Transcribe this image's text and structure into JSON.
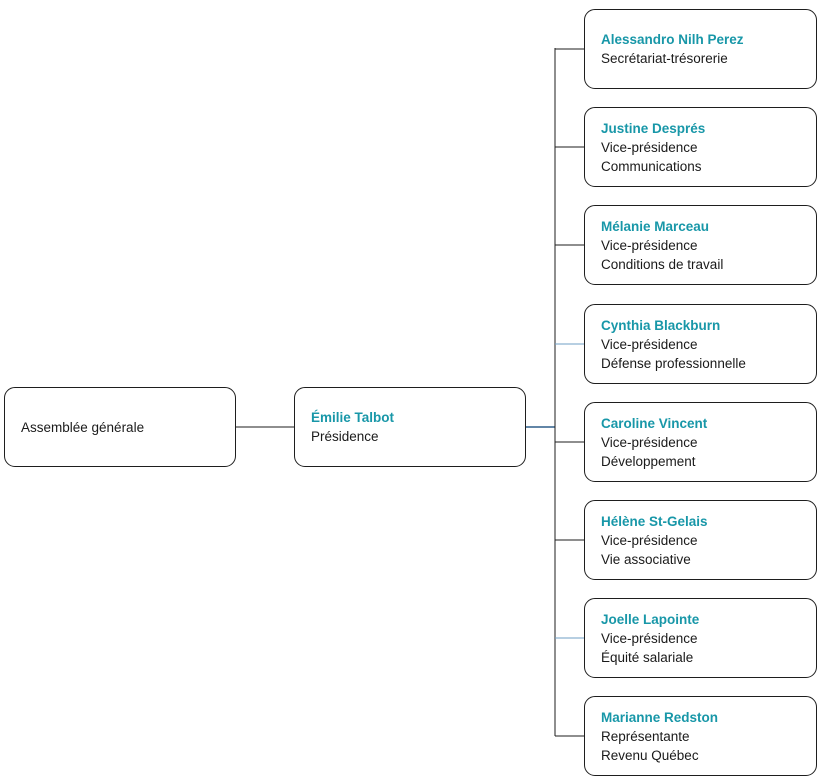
{
  "assembly": {
    "label": "Assemblée générale"
  },
  "president": {
    "name": "Émilie Talbot",
    "role": "Présidence"
  },
  "members": [
    {
      "name": "Alessandro  Nilh Perez",
      "lines": [
        "Secrétariat-trésorerie"
      ]
    },
    {
      "name": "Justine  Després",
      "lines": [
        "Vice-présidence",
        "Communications"
      ]
    },
    {
      "name": "Mélanie Marceau",
      "lines": [
        "Vice-présidence",
        "Conditions  de travail"
      ]
    },
    {
      "name": "Cynthia Blackburn",
      "lines": [
        "Vice-présidence",
        "Défense  professionnelle"
      ]
    },
    {
      "name": "Caroline Vincent",
      "lines": [
        "Vice-présidence",
        "Développement"
      ]
    },
    {
      "name": "Hélène St-Gelais",
      "lines": [
        "Vice-présidence",
        "Vie associative"
      ]
    },
    {
      "name": "Joelle Lapointe",
      "lines": [
        "Vice-présidence",
        "Équité salariale"
      ]
    },
    {
      "name": "Marianne  Redston",
      "lines": [
        "Représentante",
        "Revenu Québec"
      ]
    }
  ],
  "colors": {
    "name_text": "#1897a8",
    "border": "#1e1e1e",
    "connector": "#1e1e1e",
    "connector_accent": "#2f5f8a",
    "connector_light": "#6f9fc4"
  }
}
